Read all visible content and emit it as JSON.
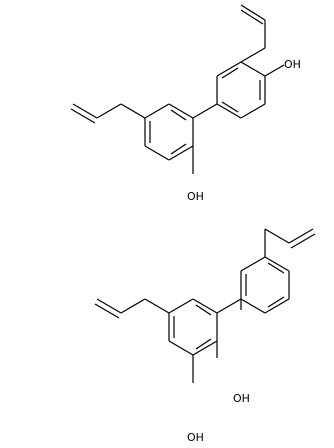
{
  "structures": [
    {
      "id": "top-molecule",
      "labels": {
        "oh_right": "OH",
        "oh_bottom": "OH"
      }
    },
    {
      "id": "bottom-molecule",
      "labels": {
        "oh_right": "OH",
        "oh_bottom": "OH"
      }
    }
  ]
}
